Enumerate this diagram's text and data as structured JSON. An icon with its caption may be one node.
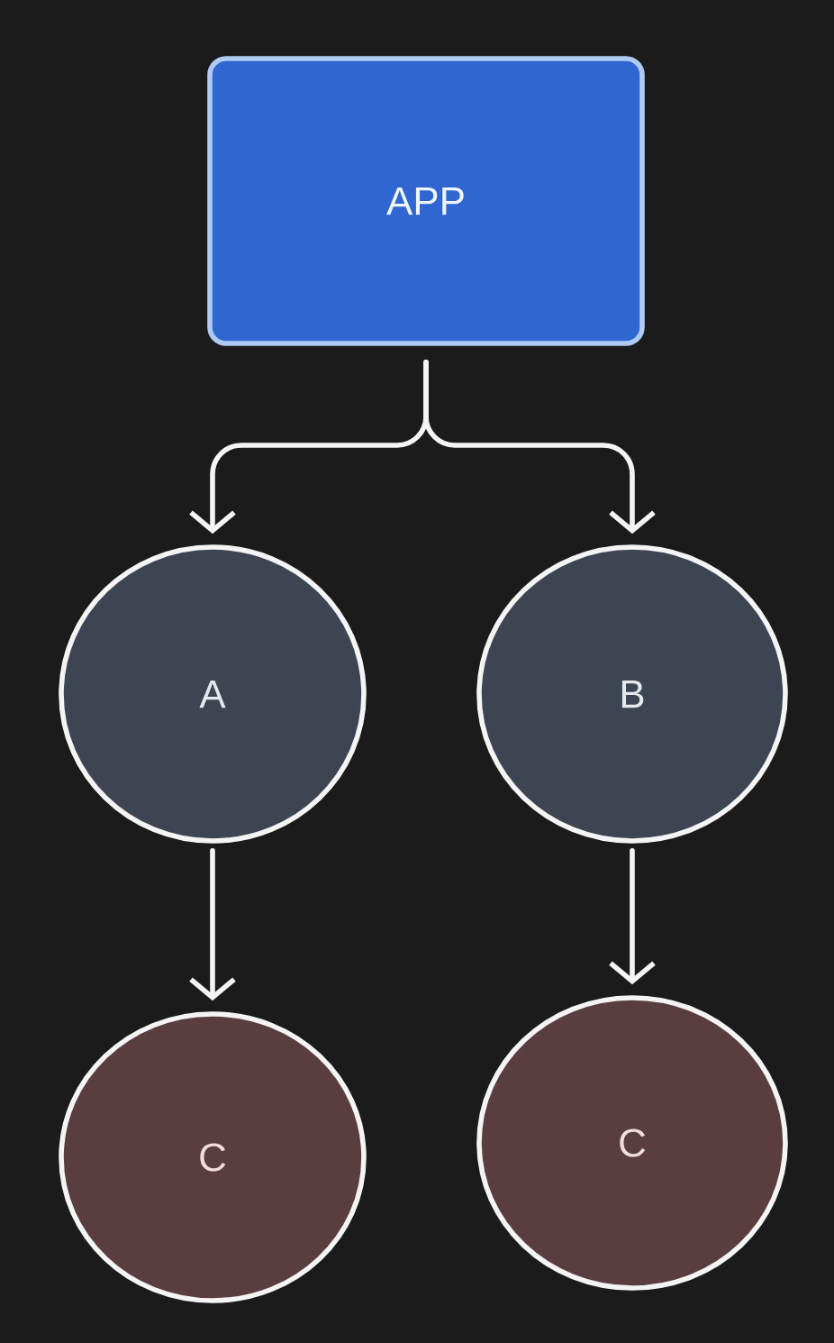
{
  "diagram": {
    "nodes": [
      {
        "text": [
          "APP"
        ]
      },
      {
        "text": [
          "A"
        ]
      },
      {
        "text": [
          "B"
        ]
      },
      {
        "text": [
          "C"
        ]
      },
      {
        "text": [
          "C"
        ]
      }
    ],
    "edges": [
      {
        "from": 0,
        "to": 1,
        "arrow": "to"
      },
      {
        "from": 0,
        "to": 2,
        "arrow": "to"
      },
      {
        "from": 1,
        "to": 3,
        "arrow": "to"
      },
      {
        "from": 2,
        "to": 4,
        "arrow": "to"
      }
    ]
  }
}
